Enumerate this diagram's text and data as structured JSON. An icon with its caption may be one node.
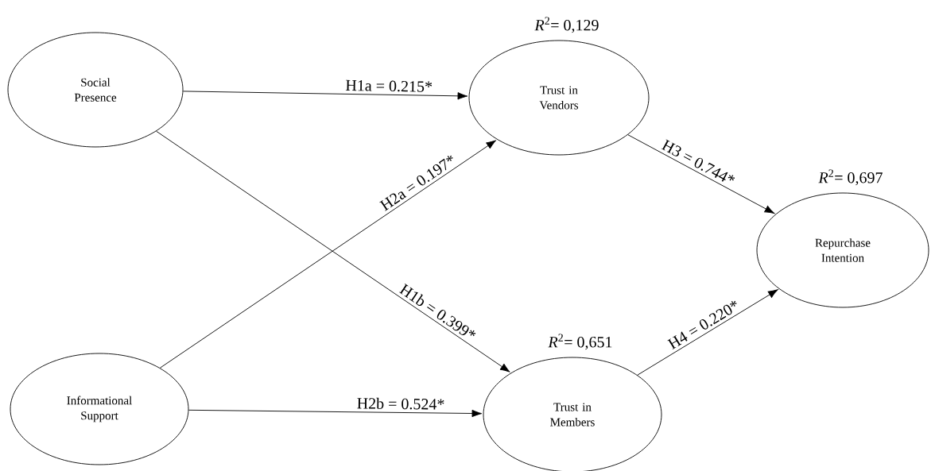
{
  "diagram": {
    "nodes": [
      {
        "text": [
          "Social Presence"
        ]
      },
      {
        "text": [
          "Trust in Vendors"
        ],
        "beside": [
          "*R*$^{2}$= 0,129"
        ]
      },
      {
        "text": [
          "Repurchase Intention"
        ],
        "beside": [
          "*R*$^{2}$= 0,697"
        ]
      },
      {
        "text": [
          "Informational Support"
        ]
      },
      {
        "text": [
          "Trust in Members"
        ],
        "beside": [
          "*R*$^{2}$= 0,651"
        ]
      }
    ],
    "edges": [
      {
        "from": 0,
        "to": 1,
        "arrow": "to",
        "label": "H1a = 0.215*"
      },
      {
        "from": 3,
        "to": 1,
        "arrow": "to",
        "label": "H2a = 0.197*"
      },
      {
        "from": 0,
        "to": 4,
        "arrow": "to",
        "label": "H1b = 0.399*"
      },
      {
        "from": 3,
        "to": 4,
        "arrow": "to",
        "label": "H2b = 0.524*"
      },
      {
        "from": 1,
        "to": 2,
        "arrow": "to",
        "label": "H3 = 0.744*"
      },
      {
        "from": 4,
        "to": 2,
        "arrow": "to",
        "label": "H4 = 0.220*"
      }
    ]
  }
}
